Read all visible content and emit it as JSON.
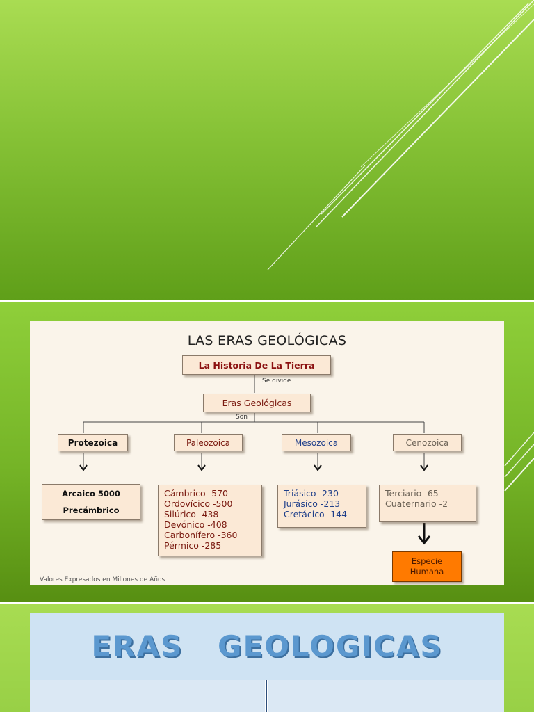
{
  "diagram": {
    "title": "LAS ERAS GEOLÓGICAS",
    "root": "La Historia De La Tierra",
    "root_link": "Se divide",
    "level2": "Eras Geológicas",
    "level2_link": "Son",
    "eras": [
      {
        "name": "Protezoica",
        "color": "#111111",
        "bold": true,
        "items": [
          "Arcaico 5000",
          "Precámbrico"
        ]
      },
      {
        "name": "Paleozoica",
        "color": "#7a1a10",
        "bold": false,
        "items": [
          "Cámbrico -570",
          "Ordovícico -500",
          "Silúrico -438",
          "Devónico -408",
          "Carbonífero -360",
          "Pérmico -285"
        ]
      },
      {
        "name": "Mesozoica",
        "color": "#1f3f8a",
        "bold": false,
        "items": [
          "Triásico -230",
          "Jurásico -213",
          "Cretácico -144"
        ]
      },
      {
        "name": "Cenozoica",
        "color": "#6b6256",
        "bold": false,
        "items": [
          "Terciario -65",
          "Cuaternario -2"
        ]
      }
    ],
    "final_box": [
      "Especie",
      "Humana"
    ],
    "footer": "Valores Expresados en Millones de Años"
  },
  "slide3": {
    "banner_title": "ERAS   GEOLOGICAS"
  },
  "colors": {
    "root_text": "#8b1010",
    "level2_text": "#7a1a10",
    "final_box_bg": "#ff7a00",
    "banner_text": "#5b98cf"
  }
}
